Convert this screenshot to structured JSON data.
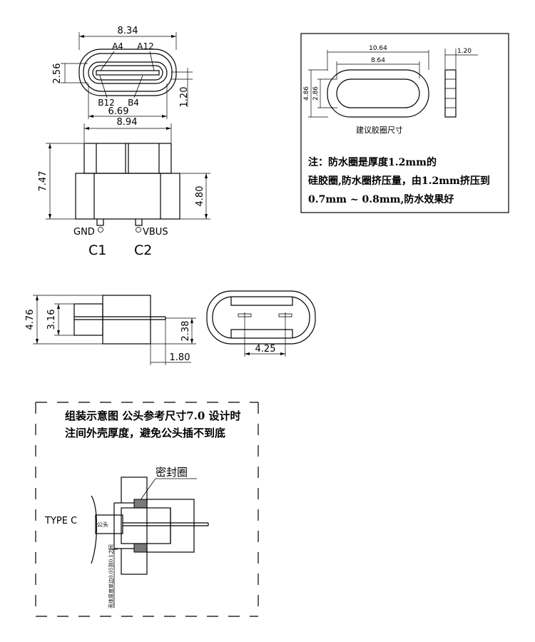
{
  "top_view": {
    "dim_width": "8.34",
    "pin_a4": "A4",
    "pin_a12": "A12",
    "dim_height": "2.56",
    "dim_depth": "1.20",
    "pin_b12": "B12",
    "pin_b4": "B4",
    "dim_inner": "6.69"
  },
  "front_view": {
    "dim_width": "8.94",
    "dim_height_total": "7.47",
    "dim_height_body": "4.80",
    "label_gnd": "GND",
    "label_vbus": "VBUS",
    "label_c1": "C1",
    "label_c2": "C2"
  },
  "gasket_box": {
    "dim_outer_width": "10.64",
    "dim_inner_width": "8.64",
    "dim_outer_height": "4.86",
    "dim_inner_height": "2.86",
    "dim_thickness": "1.20",
    "caption": "建议胶圈尺寸",
    "note_line1": "注：防水圈是厚度1.2mm的",
    "note_line2": "硅胶圈,防水圈挤压量，由1.2mm挤压到",
    "note_line3": "0.7mm ~ 0.8mm,防水效果好"
  },
  "side_view": {
    "dim_height_total": "4.76",
    "dim_height_body": "3.16",
    "dim_pin_height": "2.38",
    "dim_pin_offset": "1.80"
  },
  "bottom_view": {
    "dim_pin_spacing": "4.25"
  },
  "assembly_box": {
    "title_line1": "组装示意图 公头参考尺寸7.0 设计时",
    "title_line2": "注间外壳厚度，避免公头插不到底",
    "seal_label": "密封圈",
    "type_c_label": "TYPE C",
    "male_label": "公头",
    "gap_label": "壳体厚度单边0.05到0.1之间"
  }
}
